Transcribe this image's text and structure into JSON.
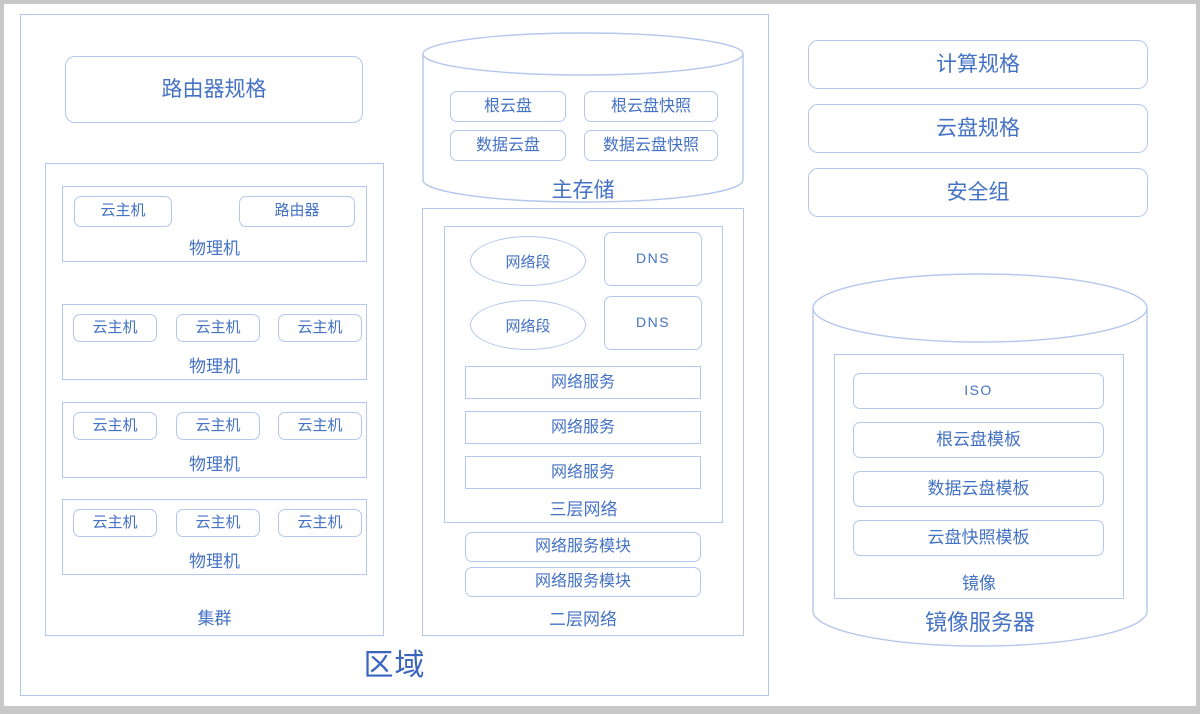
{
  "colors": {
    "stroke": "#b4c7ec",
    "text": "#4472c4",
    "zone_text": "#3a65bf",
    "page_bg": "#c8c8c8",
    "canvas_bg": "#ffffff"
  },
  "zone": {
    "label": "区域"
  },
  "router_offering": {
    "label": "路由器规格"
  },
  "cluster": {
    "label": "集群",
    "hosts": [
      {
        "label": "物理机",
        "items": [
          {
            "label": "云主机"
          },
          {
            "label": "路由器"
          }
        ]
      },
      {
        "label": "物理机",
        "items": [
          {
            "label": "云主机"
          },
          {
            "label": "云主机"
          },
          {
            "label": "云主机"
          }
        ]
      },
      {
        "label": "物理机",
        "items": [
          {
            "label": "云主机"
          },
          {
            "label": "云主机"
          },
          {
            "label": "云主机"
          }
        ]
      },
      {
        "label": "物理机",
        "items": [
          {
            "label": "云主机"
          },
          {
            "label": "云主机"
          },
          {
            "label": "云主机"
          }
        ]
      }
    ]
  },
  "primary_storage": {
    "label": "主存储",
    "items": [
      {
        "label": "根云盘"
      },
      {
        "label": "根云盘快照"
      },
      {
        "label": "数据云盘"
      },
      {
        "label": "数据云盘快照"
      }
    ]
  },
  "l2_network": {
    "label": "二层网络",
    "modules": [
      {
        "label": "网络服务模块"
      },
      {
        "label": "网络服务模块"
      }
    ],
    "l3_network": {
      "label": "三层网络",
      "segments": [
        {
          "label": "网络段"
        },
        {
          "label": "网络段"
        }
      ],
      "dns": [
        {
          "label": "DNS"
        },
        {
          "label": "DNS"
        }
      ],
      "services": [
        {
          "label": "网络服务"
        },
        {
          "label": "网络服务"
        },
        {
          "label": "网络服务"
        }
      ]
    }
  },
  "right_column": {
    "offerings": [
      {
        "label": "计算规格"
      },
      {
        "label": "云盘规格"
      },
      {
        "label": "安全组"
      }
    ],
    "image_server": {
      "label": "镜像服务器",
      "image_group": {
        "label": "镜像",
        "items": [
          {
            "label": "ISO"
          },
          {
            "label": "根云盘模板"
          },
          {
            "label": "数据云盘模板"
          },
          {
            "label": "云盘快照模板"
          }
        ]
      }
    }
  }
}
